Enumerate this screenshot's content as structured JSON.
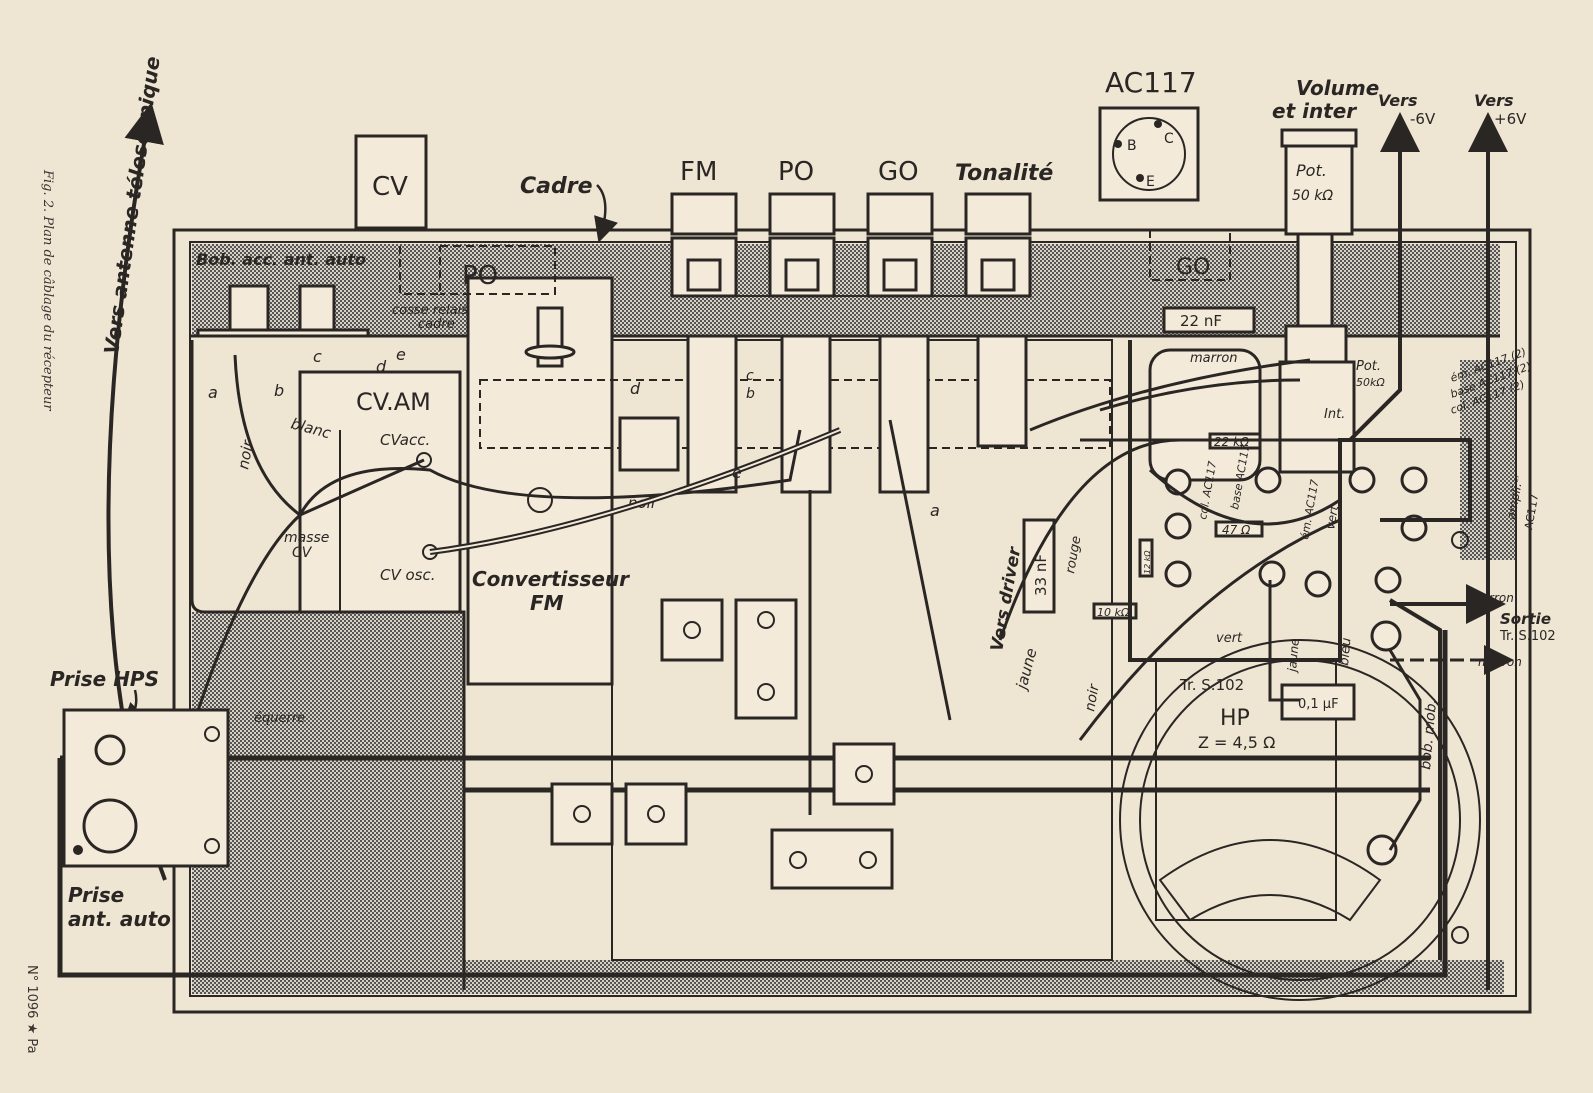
{
  "caption": {
    "figure": "Fig. 2. Plan de câblage du récepteur",
    "page_footer": "N° 1096 ★ Pa"
  },
  "controls": {
    "cv": "CV",
    "cadre": "Cadre",
    "fm": "FM",
    "po": "PO",
    "go": "GO",
    "tonalite": "Tonalité",
    "ac117_title": "AC117",
    "pin_b": "B",
    "pin_c": "C",
    "pin_e": "E",
    "volume_line1": "Volume",
    "volume_line2": "et inter",
    "pot_line1": "Pot.",
    "pot_line2": "50 kΩ",
    "vers_minus_line1": "Vers",
    "vers_minus_line2": "-6V",
    "vers_plus_line1": "Vers",
    "vers_plus_line2": "+6V"
  },
  "left": {
    "antenna": "Vers antenne télescopique",
    "bob_acc": "Bob. acc. ant. auto",
    "po_coil": "PO",
    "cosse": "cosse relais",
    "cosse2": "cadre",
    "a": "a",
    "b": "b",
    "c": "c",
    "d": "d",
    "e": "e",
    "cv_am": "CV.AM",
    "cv_acc": "CVacc.",
    "cv_osc": "CV osc.",
    "blanc": "blanc",
    "noir": "noir",
    "noir2": "noir",
    "masse_line1": "masse",
    "masse_line2": "CV",
    "convertisseur_line1": "Convertisseur",
    "convertisseur_line2": "FM",
    "prise_hps": "Prise HPS",
    "equerre": "équerre",
    "prise_ant_line1": "Prise",
    "prise_ant_line2": "ant. auto"
  },
  "switches": {
    "d": "d",
    "c": "c",
    "b": "b",
    "e": "e",
    "a": "a"
  },
  "right": {
    "go_coil": "GO",
    "c22nf": "22 nF",
    "marron": "marron",
    "pot": "Pot.",
    "pot_val": "50kΩ",
    "int": "Int.",
    "r22k": "22 kΩ",
    "base_ac117": "base AC117",
    "col_ac117": "col. AC117",
    "em_ac117": "ém. AC117",
    "vert": "vert",
    "r47": "47 Ω",
    "r12k": "12 kΩ",
    "c33nf": "33 nF",
    "rouge": "rouge",
    "r10k": "10 kΩ",
    "vers_driver": "Vers driver",
    "jaune": "jaune",
    "noir": "noir",
    "vert2": "vert",
    "jaune2": "jaune",
    "bleu": "bleu",
    "tr_s102": "Tr. S.102",
    "hp": "HP",
    "impedance": "Z = 4,5 Ω",
    "c01uf": "0,1 µF",
    "bob_mob": "bob. mob.",
    "marron_top": "marron",
    "sortie_line1": "Sortie",
    "sortie_line2": "Tr. S.102",
    "marron_bottom": "marron",
    "em2": "ém. AC117 (2)",
    "base2": "base AC117 (2)",
    "col2": "col. AC117 (2)",
    "ampli": "ampli.ᵉʳ",
    "ampli2": "AC117"
  },
  "colors": {
    "paper": "#efe5d3",
    "ink": "#2a2624",
    "shade": "#9a948c"
  }
}
